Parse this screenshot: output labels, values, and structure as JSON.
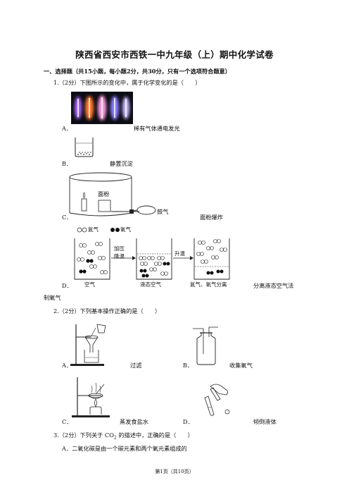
{
  "title": "陕西省西安市西铁一中九年级（上）期中化学试卷",
  "section1": "一、选择题（共15小题，每小题2分，共30分，只有一个选项符合题意）",
  "q1": {
    "stem": "1.（2分）下图所示的变化中，属于化学变化的是（　　）",
    "a_letter": "A．",
    "a_text": "稀有气体通电发光",
    "b_letter": "B．",
    "b_text": "静置沉淀",
    "c_letter": "C．",
    "c_text": "面粉爆炸",
    "c_fig_label1": "面粉",
    "c_fig_label2": "鼓气",
    "d_letter": "D．",
    "d_text": "分离液态空气法",
    "d_text2": "制氧气",
    "d_legend_n": "氮气",
    "d_legend_o": "氧气",
    "d_arrow1a": "加压",
    "d_arrow1b": "降温",
    "d_arrow2": "升温",
    "d_cap1": "空气",
    "d_cap2": "液态空气",
    "d_cap3": "氮气、氧气分离"
  },
  "q2": {
    "stem": "2.（2分）下列基本操作正确的是（　　）",
    "a_letter": "A．",
    "a_text": "过滤",
    "b_letter": "B．",
    "b_text": "收集氧气",
    "c_letter": "C．",
    "c_text": "蒸发食盐水",
    "d_letter": "D．",
    "d_text": "倾倒液体"
  },
  "q3": {
    "stem_pre": "3.（2分）下列关于 CO",
    "stem_sub": "2",
    "stem_post": " 的描述中，正确的是（　　）",
    "a_text": "A．二氧化碳是由一个碳元素和两个氧元素组成的"
  },
  "footer": "第1页（共10页）"
}
